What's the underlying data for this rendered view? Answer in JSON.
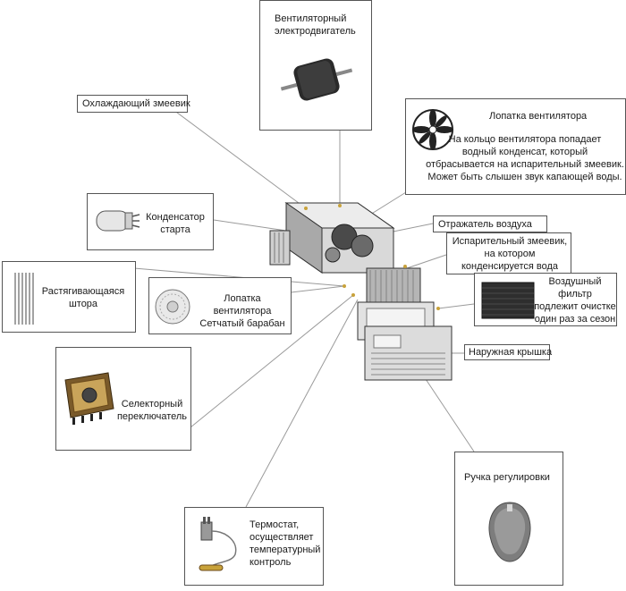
{
  "labels": {
    "fan_motor": "Вентиляторный\nэлектродвигатель",
    "cooling_coil": "Охлаждающий змеевик",
    "fan_blade": "Лопатка вентилятора",
    "fan_blade_desc": "На кольцо вентилятора попадает\nводный конденсат, который\nотбрасывается на испарительный змеевик.\nМожет быть слышен звук капающей воды.",
    "start_capacitor": "Конденсатор\nстарта",
    "air_deflector": "Отражатель воздуха",
    "evaporator_coil": "Испарительный змеевик,\nна котором\nконденсируется вода",
    "curtain": "Растягивающаяся\nштора",
    "blower_wheel": "Лопатка вентилятора\nСетчатый барабан",
    "air_filter": "Воздушный\nфильтр\nподлежит очистке\nодин раз за сезон",
    "outer_cover": "Наружная крышка",
    "selector_switch": "Селекторный\nпереключатель",
    "control_knob": "Ручка регулировки",
    "thermostat": "Термостат,\nосуществляет\nтемпературный\nконтроль"
  },
  "colors": {
    "border": "#555555",
    "leader": "#9a9a9a",
    "metal": "#bdbdbd",
    "dark": "#2a2a2a"
  },
  "icons": [
    "fan-motor-icon",
    "fan-blade-icon",
    "capacitor-icon",
    "curtain-icon",
    "blower-wheel-icon",
    "air-filter-icon",
    "selector-switch-icon",
    "thermostat-icon",
    "control-knob-icon",
    "air-conditioner-unit"
  ]
}
